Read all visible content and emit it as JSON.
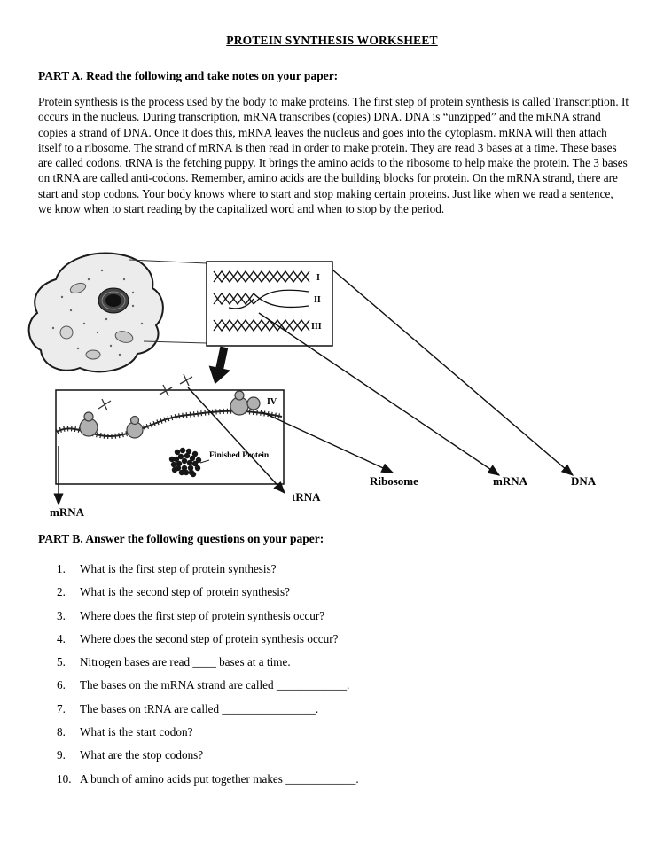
{
  "doc": {
    "title": "PROTEIN SYNTHESIS WORKSHEET",
    "part_a": {
      "heading": "PART A. Read the following and take notes on your paper:",
      "body": "Protein synthesis is the process used by the body to make proteins.  The first step of protein synthesis is called Transcription.  It occurs in the nucleus.  During transcription, mRNA transcribes (copies) DNA.  DNA is “unzipped” and the mRNA strand copies a strand of DNA.  Once it does this, mRNA leaves the nucleus and goes into the cytoplasm.  mRNA will then attach itself to a ribosome.  The strand of mRNA is then read in order to make protein.  They are read 3 bases at a time.  These bases are called codons.  tRNA is the fetching puppy. It brings the amino acids to the ribosome to help make the protein.  The 3 bases on tRNA are called anti-codons. Remember, amino acids are the building blocks for protein. On the mRNA strand, there are start and stop codons.  Your body knows where to start and stop making certain proteins.  Just like when we read a sentence, we know when to start reading by the capitalized word and when to stop by the period."
    },
    "diagram": {
      "labels": {
        "helix_i": "I",
        "helix_ii": "II",
        "helix_iii": "III",
        "panel_iv": "IV",
        "finished_protein": "Finished Protein",
        "ribosome": "Ribosome",
        "mrna_right": "mRNA",
        "dna": "DNA",
        "trna": "tRNA",
        "mrna_left": "mRNA"
      }
    },
    "part_b": {
      "heading": "PART B.  Answer the following questions on your paper:",
      "questions": [
        {
          "num": "1.",
          "text": "What is the first step of protein synthesis?"
        },
        {
          "num": "2.",
          "text": "What is the second step of protein synthesis?"
        },
        {
          "num": "3.",
          "text": "Where does the first step of protein synthesis occur?"
        },
        {
          "num": "4.",
          "text": "Where does the second step of protein synthesis occur?"
        },
        {
          "num": "5.",
          "text": "Nitrogen bases are read ____ bases at a time."
        },
        {
          "num": "6.",
          "text": "The bases on the mRNA strand are called ____________."
        },
        {
          "num": "7.",
          "text": "The bases on tRNA are called ________________."
        },
        {
          "num": "8.",
          "text": "What is the start codon?"
        },
        {
          "num": "9.",
          "text": "What are the stop codons?"
        },
        {
          "num": "10.",
          "text": "A bunch of amino acids put together makes ____________."
        }
      ]
    }
  }
}
